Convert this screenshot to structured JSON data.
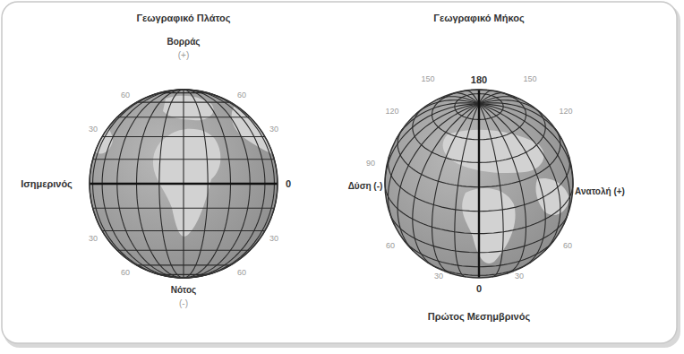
{
  "diagram": {
    "labels": [
      "Γεωγραφικό Πλάτος",
      "Βορράς",
      "(+)",
      "60",
      "60",
      "30",
      "30",
      "Ισημερινός",
      "0",
      "30",
      "30",
      "60",
      "60",
      "Νότος",
      "(-)",
      "Γεωγραφικό Μήκος",
      "180",
      "150",
      "150",
      "120",
      "120",
      "90",
      "Δύση (-)",
      "Ανατολή (+)",
      "60",
      "60",
      "30",
      "0",
      "30",
      "Πρώτος Μεσημβρινός"
    ]
  }
}
